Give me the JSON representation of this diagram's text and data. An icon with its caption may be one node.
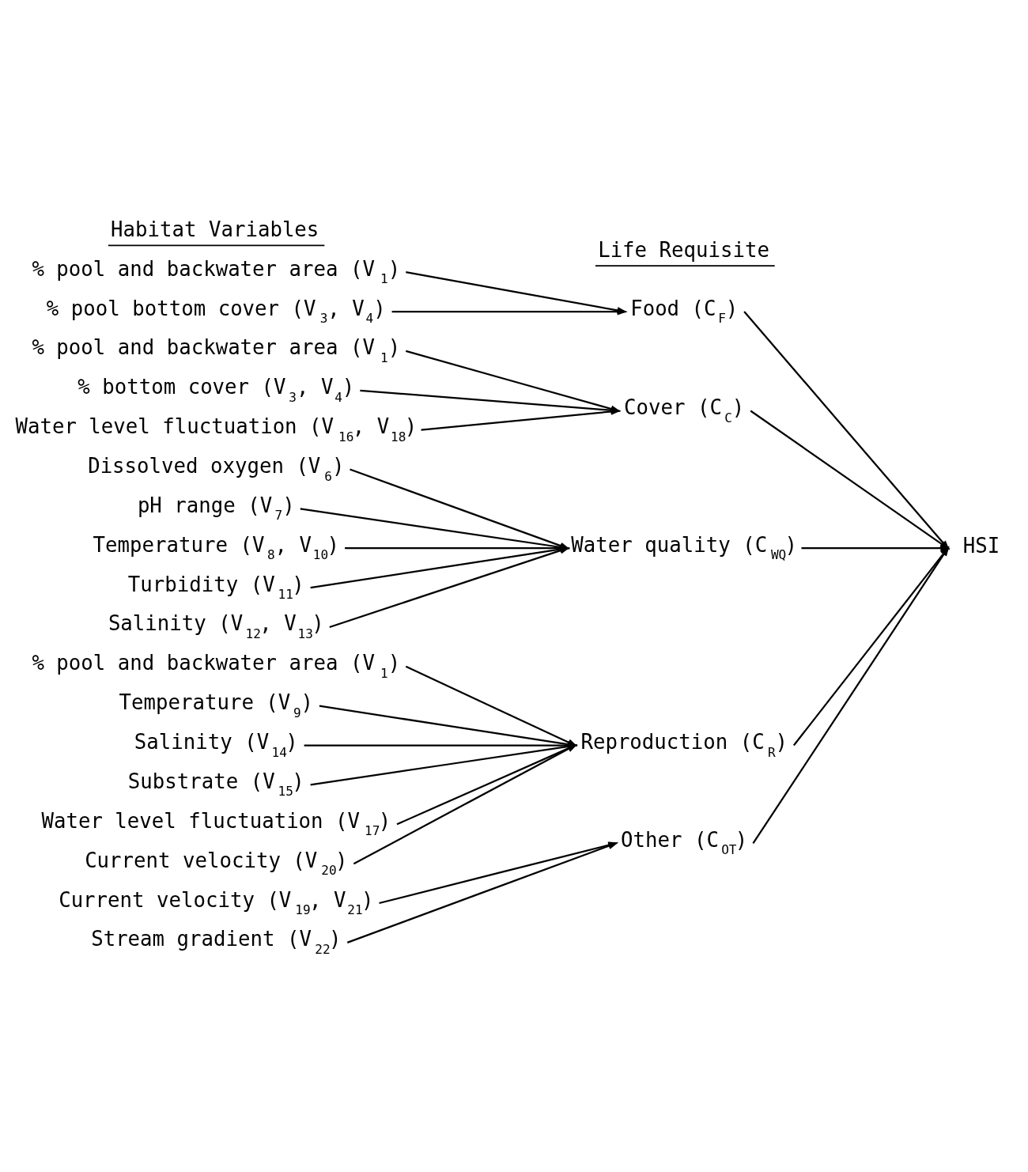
{
  "diagram": {
    "nodes": [
      {
        "text": [
          "% pool and backwater area (V$_{1}$)"
        ]
      },
      {
        "text": [
          "% pool bottom cover (V$_{3}$, V$_{4}$)"
        ]
      },
      {
        "text": [
          "Food (C$_{F}$)"
        ]
      },
      {
        "text": [
          "% pool and backwater area (V$_{1}$)"
        ]
      },
      {
        "text": [
          "% bottom cover (V$_{3}$, V$_{4}$)"
        ]
      },
      {
        "text": [
          "Water level fluctuation (V$_{16}$, V$_{18}$)"
        ]
      },
      {
        "text": [
          "Cover (C$_{C}$)"
        ]
      },
      {
        "text": [
          "Dissolved oxygen (V$_{6}$)"
        ]
      },
      {
        "text": [
          "pH range (V$_{7}$)"
        ]
      },
      {
        "text": [
          "Temperature (V$_{8}$, V$_{10}$)"
        ]
      },
      {
        "text": [
          "Turbidity (V$_{11}$)"
        ]
      },
      {
        "text": [
          "Salinity (V$_{12}$, V$_{13}$)"
        ]
      },
      {
        "text": [
          "Water quality (C$_{WQ}$)"
        ]
      },
      {
        "text": [
          "HSI"
        ]
      },
      {
        "text": [
          "% pool and backwater area (V$_{1}$)"
        ]
      },
      {
        "text": [
          "Temperature (V$_{9}$)"
        ]
      },
      {
        "text": [
          "Salinity (V$_{14}$)"
        ]
      },
      {
        "text": [
          "Substrate (V$_{15}$)"
        ]
      },
      {
        "text": [
          "Water level fluctuation (V$_{17}$)"
        ]
      },
      {
        "text": [
          "Current velocity (V$_{20}$)"
        ]
      },
      {
        "text": [
          "Reproduction (C$_{R}$)"
        ]
      },
      {
        "text": [
          "Current velocity (V$_{19}$, V$_{21}$)"
        ]
      },
      {
        "text": [
          "Stream gradient (V$_{22}$)"
        ]
      },
      {
        "text": [
          "Other (C$_{OT}$)"
        ]
      }
    ],
    "edges": [
      {
        "from": 0,
        "to": 2,
        "arrow": "to"
      },
      {
        "from": 1,
        "to": 2,
        "arrow": "to"
      },
      {
        "from": 3,
        "to": 6,
        "arrow": "to"
      },
      {
        "from": 4,
        "to": 6,
        "arrow": "to"
      },
      {
        "from": 5,
        "to": 6,
        "arrow": "to"
      },
      {
        "from": 7,
        "to": 12,
        "arrow": "to"
      },
      {
        "from": 8,
        "to": 12,
        "arrow": "to"
      },
      {
        "from": 9,
        "to": 12,
        "arrow": "to"
      },
      {
        "from": 10,
        "to": 12,
        "arrow": "to"
      },
      {
        "from": 11,
        "to": 12,
        "arrow": "to"
      },
      {
        "from": 14,
        "to": 20,
        "arrow": "to"
      },
      {
        "from": 15,
        "to": 20,
        "arrow": "to"
      },
      {
        "from": 16,
        "to": 20,
        "arrow": "to"
      },
      {
        "from": 17,
        "to": 20,
        "arrow": "to"
      },
      {
        "from": 18,
        "to": 20,
        "arrow": "to"
      },
      {
        "from": 19,
        "to": 20,
        "arrow": "to"
      },
      {
        "from": 21,
        "to": 23,
        "arrow": "to"
      },
      {
        "from": 22,
        "to": 23,
        "arrow": "to"
      },
      {
        "from": 2,
        "to": 13,
        "arrow": "to"
      },
      {
        "from": 6,
        "to": 13,
        "arrow": "to"
      },
      {
        "from": 12,
        "to": 13,
        "arrow": "to"
      },
      {
        "from": 20,
        "to": 13,
        "arrow": "to"
      },
      {
        "from": 23,
        "to": 13,
        "arrow": "to"
      }
    ],
    "labels": [
      "Habitat Variables",
      "Life Requisite"
    ]
  }
}
